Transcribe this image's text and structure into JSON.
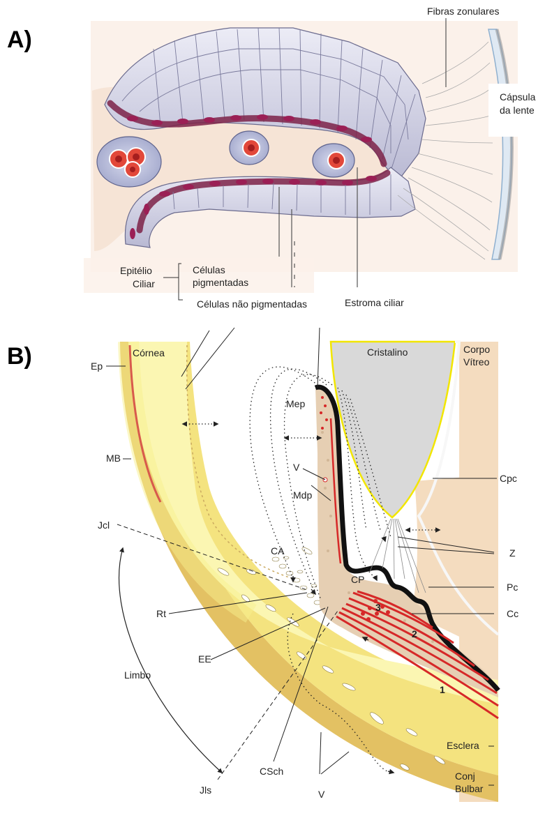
{
  "panel_a": {
    "letter": "A)",
    "labels": {
      "zonular_fibers": "Fibras zonulares",
      "lens_capsule_line1": "Cápsula",
      "lens_capsule_line2": "da lente",
      "ciliary_epithelium_line1": "Epitélio",
      "ciliary_epithelium_line2": "Ciliar",
      "pigmented_cells_line1": "Células",
      "pigmented_cells_line2": "pigmentadas",
      "non_pigmented_cells": "Células não pigmentadas",
      "ciliary_stroma": "Estroma ciliar"
    }
  },
  "panel_b": {
    "letter": "B)",
    "labels": {
      "cornea": "Córnea",
      "crystalline": "Cristalino",
      "vitreous_line1": "Corpo",
      "vitreous_line2": "Vítreo",
      "ep": "Ep",
      "mb": "MB",
      "jcl": "Jcl",
      "limbo": "Limbo",
      "jls": "Jls",
      "mep": "Mep",
      "v_iris": "V",
      "mdp": "Mdp",
      "ca": "CA",
      "cp": "CP",
      "rt": "Rt",
      "ee": "EE",
      "csch": "CSch",
      "v_bottom": "V",
      "cpc": "Cpc",
      "z": "Z",
      "pc": "Pc",
      "cc": "Cc",
      "esclera": "Esclera",
      "conj_line1": "Conj",
      "conj_line2": "Bulbar",
      "n1": "1",
      "n2": "2",
      "n3": "3"
    }
  },
  "colors": {
    "cornea_fill": "#fbf6b2",
    "sclera_fill": "#f4e37f",
    "outer_band": "#e3c163",
    "bowman_line": "#d85a4c",
    "muscle_red": "#d62828",
    "pigment_black": "#111111",
    "stroma_tan": "#e6cfb3",
    "lens_gray": "#d9d9d9",
    "lens_rim": "#f2e600",
    "vitreous": "#f4dcbf",
    "cells_lavender": "#c9c9e0",
    "nucleus": "#9b1f55"
  }
}
